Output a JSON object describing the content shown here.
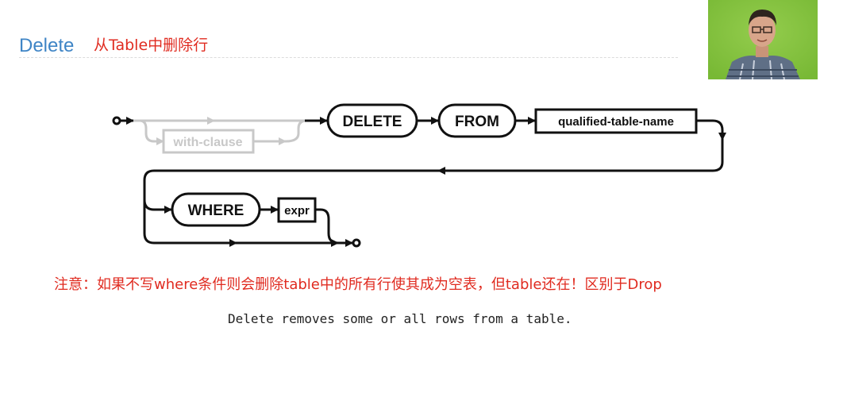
{
  "slide": {
    "title": "Delete",
    "subtitle": "从Table中删除行",
    "note": "注意：如果不写where条件则会删除table中的所有行使其成为空表，但table还在！区别于Drop",
    "caption": "Delete removes some or all rows from a table."
  },
  "diagram": {
    "optional_clause": "with-clause",
    "keywords": [
      "DELETE",
      "FROM",
      "WHERE"
    ],
    "table_ref": "qualified-table-name",
    "condition": "expr"
  }
}
